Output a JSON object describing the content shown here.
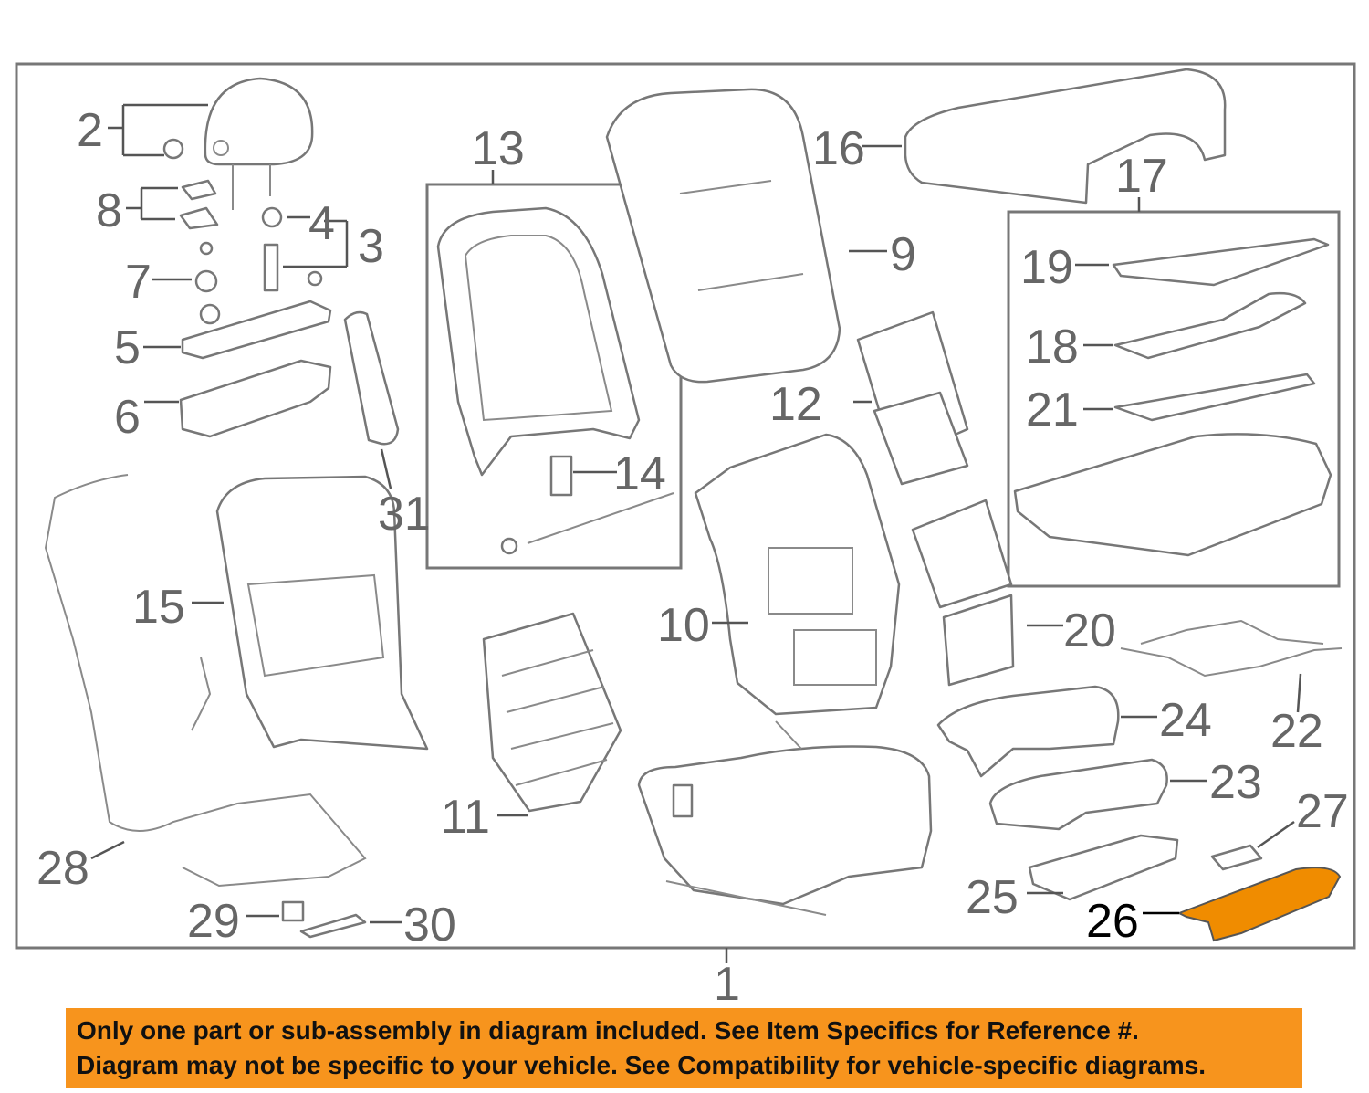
{
  "callouts": {
    "c1": "1",
    "c2": "2",
    "c3": "3",
    "c4": "4",
    "c5": "5",
    "c6": "6",
    "c7": "7",
    "c8": "8",
    "c9": "9",
    "c10": "10",
    "c11": "11",
    "c12": "12",
    "c13": "13",
    "c14": "14",
    "c15": "15",
    "c16": "16",
    "c17": "17",
    "c18": "18",
    "c19": "19",
    "c20": "20",
    "c21": "21",
    "c22": "22",
    "c23": "23",
    "c24": "24",
    "c25": "25",
    "c26": "26",
    "c27": "27",
    "c28": "28",
    "c29": "29",
    "c30": "30",
    "c31": "31"
  },
  "highlighted_part": "26",
  "colors": {
    "highlight": "#f08c00",
    "notice_background": "#f7941d",
    "linework": "#777777"
  },
  "notice": {
    "line1": "Only one part or sub-assembly in diagram included. See Item Specifics for Reference #.",
    "line2": "Diagram may not be specific to your vehicle. See Compatibility for vehicle-specific diagrams."
  }
}
